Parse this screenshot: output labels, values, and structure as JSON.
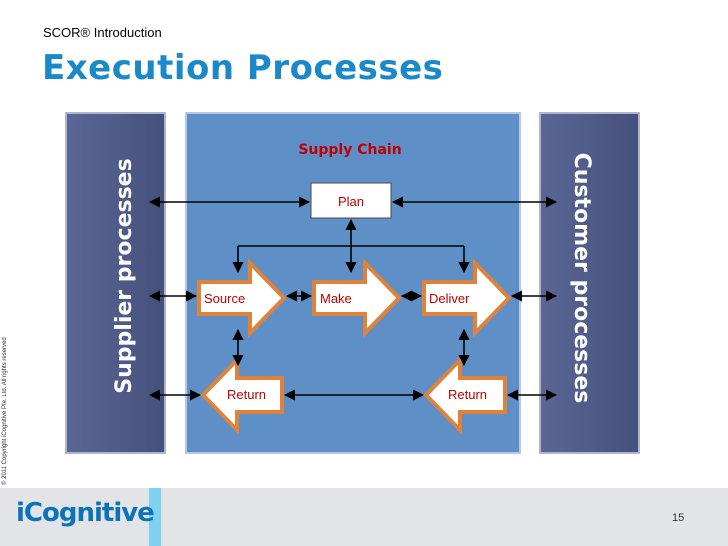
{
  "header": {
    "breadcrumb": "SCOR® Introduction",
    "title": "Execution Processes"
  },
  "copyright": "© 2011 Copyright iCognitive Pte. Ltd. All rights reserved",
  "diagram": {
    "left_panel_label": "Supplier processes",
    "right_panel_label": "Customer processes",
    "center_label": "Supply Chain",
    "nodes": {
      "plan": "Plan",
      "source": "Source",
      "make": "Make",
      "deliver": "Deliver",
      "return_source": "Return",
      "return_deliver": "Return"
    },
    "colors": {
      "side_panel": "#4f5b8a",
      "center_panel": "#5d8ec7",
      "process_fill": "#ffffff",
      "process_border": "#e0823a",
      "arrow": "#000000",
      "title_red": "#c00000"
    }
  },
  "footer": {
    "logo": "iCognitive",
    "page_number": "15"
  }
}
